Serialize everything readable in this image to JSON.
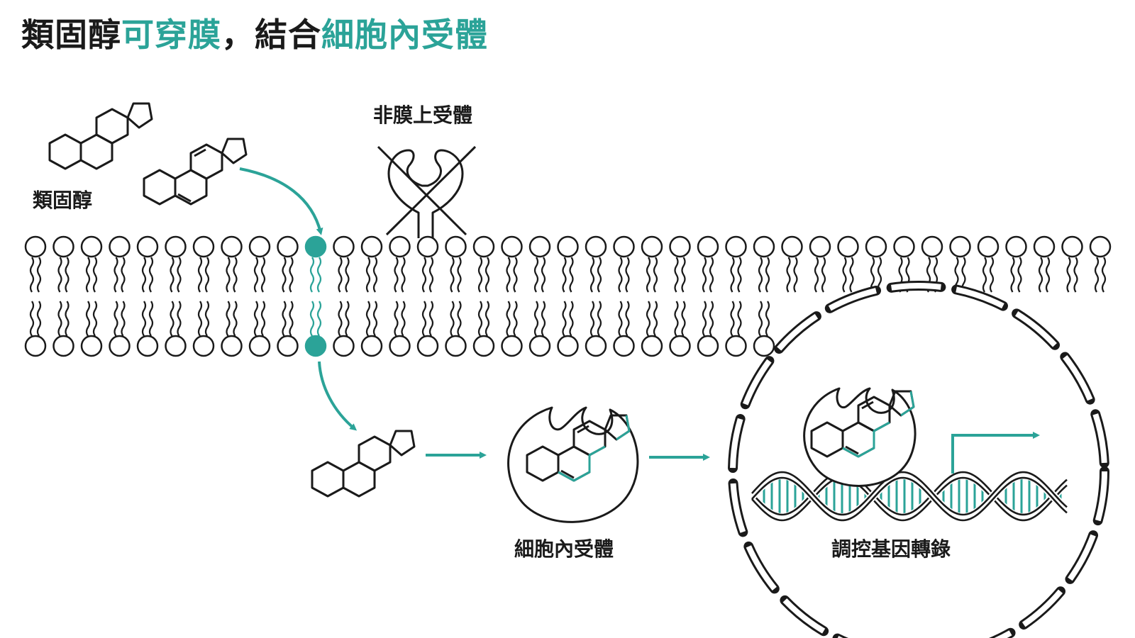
{
  "title": {
    "part1": "類固醇",
    "part2": "可穿膜",
    "part3": "，結合",
    "part4": "細胞內受體"
  },
  "labels": {
    "steroid": "類固醇",
    "non_membrane_receptor": "非膜上受體",
    "intracellular_receptor": "細胞內受體",
    "gene_regulation": "調控基因轉錄"
  },
  "colors": {
    "accent": "#2ba398",
    "ink": "#1a1a1a",
    "background": "#ffffff"
  }
}
